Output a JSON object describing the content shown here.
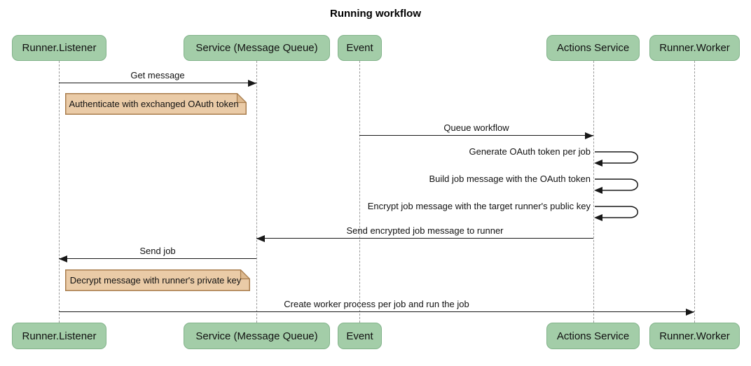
{
  "title": "Running workflow",
  "diagram_type": "sequence",
  "actors": [
    {
      "name": "Runner.Listener"
    },
    {
      "name": "Service (Message Queue)"
    },
    {
      "name": "Event"
    },
    {
      "name": "Actions Service"
    },
    {
      "name": "Runner.Worker"
    }
  ],
  "messages": [
    {
      "from": "Runner.Listener",
      "to": "Service (Message Queue)",
      "label": "Get message",
      "kind": "arrow-right"
    },
    {
      "from": "Event",
      "to": "Actions Service",
      "label": "Queue workflow",
      "kind": "arrow-right"
    },
    {
      "from": "Actions Service",
      "to": "Actions Service",
      "label": "Generate OAuth token per job",
      "kind": "self-loop"
    },
    {
      "from": "Actions Service",
      "to": "Actions Service",
      "label": "Build job message with the OAuth token",
      "kind": "self-loop"
    },
    {
      "from": "Actions Service",
      "to": "Actions Service",
      "label": "Encrypt job message with the target runner's public key",
      "kind": "self-loop"
    },
    {
      "from": "Actions Service",
      "to": "Service (Message Queue)",
      "label": "Send encrypted job message to runner",
      "kind": "arrow-left"
    },
    {
      "from": "Service (Message Queue)",
      "to": "Runner.Listener",
      "label": "Send job",
      "kind": "arrow-left"
    },
    {
      "from": "Runner.Listener",
      "to": "Runner.Worker",
      "label": "Create worker process per job and run the job",
      "kind": "arrow-right"
    }
  ],
  "notes": [
    {
      "text": "Authenticate with exchanged OAuth token",
      "position": "right of Runner.Listener"
    },
    {
      "text": "Decrypt message with runner's private key",
      "position": "right of Runner.Listener"
    }
  ],
  "colors": {
    "actor_fill": "#A3CDA8",
    "actor_border": "#82B38A",
    "note_fill": "#EACBA7",
    "note_fold": "#DDB98F",
    "note_border": "#A97E4E",
    "line_color": "#181818",
    "lifeline_color": "#9B9B9B",
    "background": "#FFFFFF",
    "text_color": "#111111"
  }
}
